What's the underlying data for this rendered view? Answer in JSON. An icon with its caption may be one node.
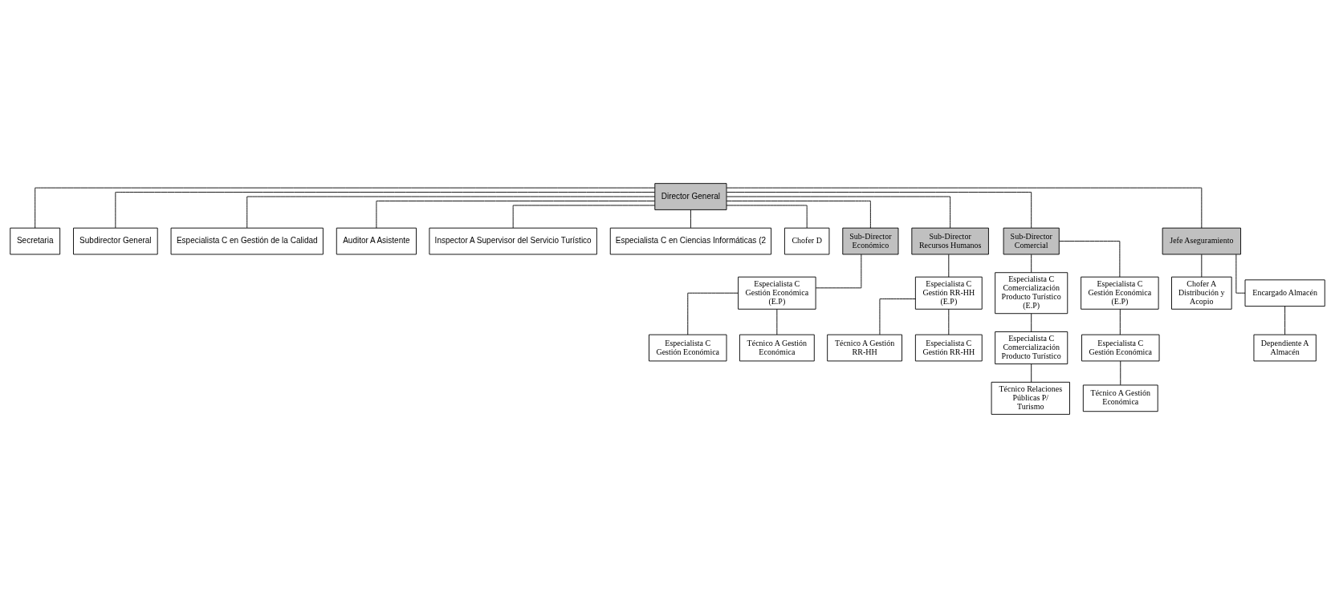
{
  "diagram": {
    "nodes": [
      {
        "text": [
          "Director General"
        ]
      },
      {
        "text": [
          "Secretaria"
        ]
      },
      {
        "text": [
          "Subdirector General"
        ]
      },
      {
        "text": [
          "Especialista C en Gestión de la Calidad"
        ]
      },
      {
        "text": [
          "Auditor A Asistente"
        ]
      },
      {
        "text": [
          "Inspector A Supervisor del Servicio Turístico"
        ]
      },
      {
        "text": [
          "Especialista C en Ciencias Informáticas (2"
        ]
      },
      {
        "text": [
          "Chofer D"
        ]
      },
      {
        "text": [
          "Sub-Director Económico"
        ]
      },
      {
        "text": [
          "Sub-Director Recursos Humanos"
        ]
      },
      {
        "text": [
          "Sub-Director Comercial"
        ]
      },
      {
        "text": [
          "Jefe Aseguramiento"
        ]
      },
      {
        "text": [
          "Especialista C Gestión Económica (E.P)"
        ]
      },
      {
        "text": [
          "Especialista C Gestión Económica"
        ]
      },
      {
        "text": [
          "Técnico A Gestión Económica"
        ]
      },
      {
        "text": [
          "Especialista C Gestión RR-HH (E.P)"
        ]
      },
      {
        "text": [
          "Técnico A Gestión RR-HH"
        ]
      },
      {
        "text": [
          "Especialista C Gestión RR-HH"
        ]
      },
      {
        "text": [
          "Especialista C Comercialización Producto Turístico (E.P)"
        ]
      },
      {
        "text": [
          "Especialista C Gestión Económica (E.P)"
        ]
      },
      {
        "text": [
          "Especialista C Comercialización Producto Turístico"
        ]
      },
      {
        "text": [
          "Técnico Relaciones Públicas P/ Turismo"
        ]
      },
      {
        "text": [
          "Especialista C Gestión Económica"
        ]
      },
      {
        "text": [
          "Técnico A Gestión Económica"
        ]
      },
      {
        "text": [
          "Chofer A Distribución y Acopio"
        ]
      },
      {
        "text": [
          "Encargado Almacén"
        ]
      },
      {
        "text": [
          "Dependiente A Almacén"
        ]
      }
    ],
    "edges": [
      {
        "from": 0,
        "to": 1,
        "arrow": "none"
      },
      {
        "from": 0,
        "to": 2,
        "arrow": "none"
      },
      {
        "from": 0,
        "to": 3,
        "arrow": "none"
      },
      {
        "from": 0,
        "to": 4,
        "arrow": "none"
      },
      {
        "from": 0,
        "to": 5,
        "arrow": "none"
      },
      {
        "from": 0,
        "to": 6,
        "arrow": "none"
      },
      {
        "from": 0,
        "to": 7,
        "arrow": "none"
      },
      {
        "from": 0,
        "to": 8,
        "arrow": "none"
      },
      {
        "from": 0,
        "to": 9,
        "arrow": "none"
      },
      {
        "from": 0,
        "to": 10,
        "arrow": "none"
      },
      {
        "from": 0,
        "to": 11,
        "arrow": "none"
      },
      {
        "from": 8,
        "to": 12,
        "arrow": "none"
      },
      {
        "from": 12,
        "to": 13,
        "arrow": "none"
      },
      {
        "from": 12,
        "to": 14,
        "arrow": "none"
      },
      {
        "from": 9,
        "to": 15,
        "arrow": "none"
      },
      {
        "from": 15,
        "to": 16,
        "arrow": "none"
      },
      {
        "from": 15,
        "to": 17,
        "arrow": "none"
      },
      {
        "from": 10,
        "to": 18,
        "arrow": "none"
      },
      {
        "from": 10,
        "to": 19,
        "arrow": "none"
      },
      {
        "from": 18,
        "to": 20,
        "arrow": "none"
      },
      {
        "from": 20,
        "to": 21,
        "arrow": "none"
      },
      {
        "from": 19,
        "to": 22,
        "arrow": "none"
      },
      {
        "from": 22,
        "to": 23,
        "arrow": "none"
      },
      {
        "from": 11,
        "to": 24,
        "arrow": "none"
      },
      {
        "from": 11,
        "to": 25,
        "arrow": "none"
      },
      {
        "from": 25,
        "to": 26,
        "arrow": "none"
      }
    ]
  }
}
